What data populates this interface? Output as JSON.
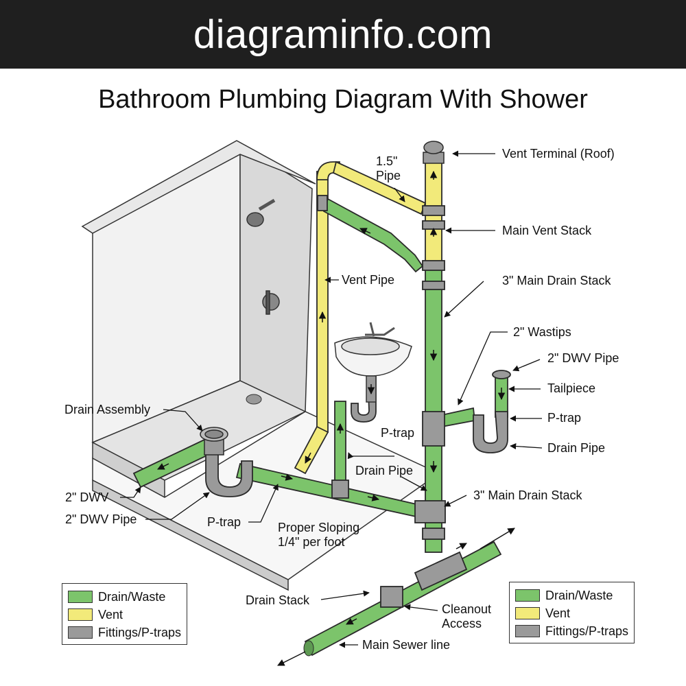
{
  "brand": "diagraminfo.com",
  "title": "Bathroom Plumbing Diagram With Shower",
  "colors": {
    "drain": "#7cc46b",
    "vent": "#f2ea7a",
    "fitting": "#9a9a9a",
    "outline": "#2a2a2a"
  },
  "labels": {
    "vent_terminal": "Vent Terminal (Roof)",
    "pipe_size_1": "1.5\"",
    "pipe_size_2": "Pipe",
    "main_vent_stack": "Main Vent Stack",
    "vent_pipe": "Vent Pipe",
    "main_drain_stack_top": "3\" Main Drain Stack",
    "wastips": "2\" Wastips",
    "dwv_pipe_right": "2\" DWV Pipe",
    "tailpiece": "Tailpiece",
    "ptrap_right": "P-trap",
    "drain_pipe_right": "Drain Pipe",
    "ptrap_sink": "P-trap",
    "drain_pipe_mid": "Drain Pipe",
    "main_drain_stack_bottom": "3\" Main Drain Stack",
    "drain_assembly": "Drain Assembly",
    "dwv_left": "2\" DWV",
    "dwv_pipe_left": "2\" DWV Pipe",
    "ptrap_shower": "P-trap",
    "sloping_1": "Proper Sloping",
    "sloping_2": "1/4\" per foot",
    "drain_stack": "Drain Stack",
    "cleanout_1": "Cleanout",
    "cleanout_2": "Access",
    "main_sewer": "Main Sewer line"
  },
  "legend": [
    {
      "label": "Drain/Waste",
      "color": "#7cc46b"
    },
    {
      "label": "Vent",
      "color": "#f2ea7a"
    },
    {
      "label": "Fittings/P-traps",
      "color": "#9a9a9a"
    }
  ]
}
